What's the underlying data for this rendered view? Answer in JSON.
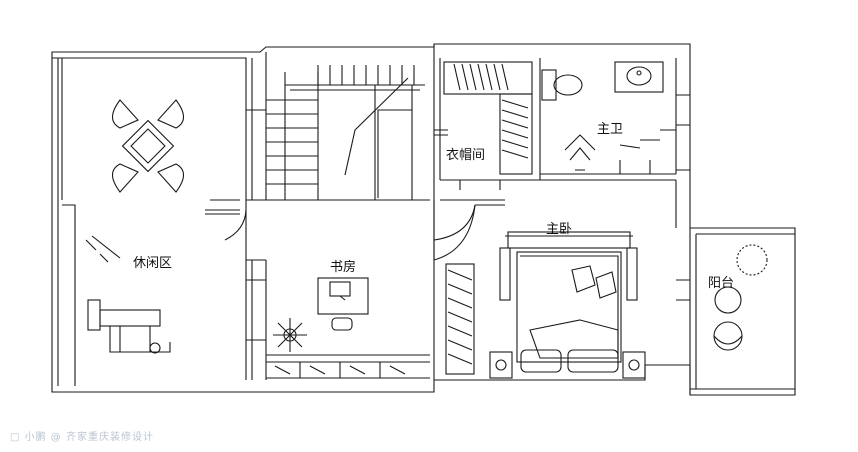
{
  "plan": {
    "rooms": {
      "leisure": "休闲区",
      "study": "书房",
      "closet": "衣帽间",
      "master_bath": "主卫",
      "master_bedroom": "主卧",
      "balcony": "阳台"
    },
    "watermark": "□ 小鹏 @ 齐家重庆装修设计"
  },
  "colors": {
    "line": "#1a1a1a",
    "background": "#ffffff",
    "watermark": "#b8c4d0"
  }
}
